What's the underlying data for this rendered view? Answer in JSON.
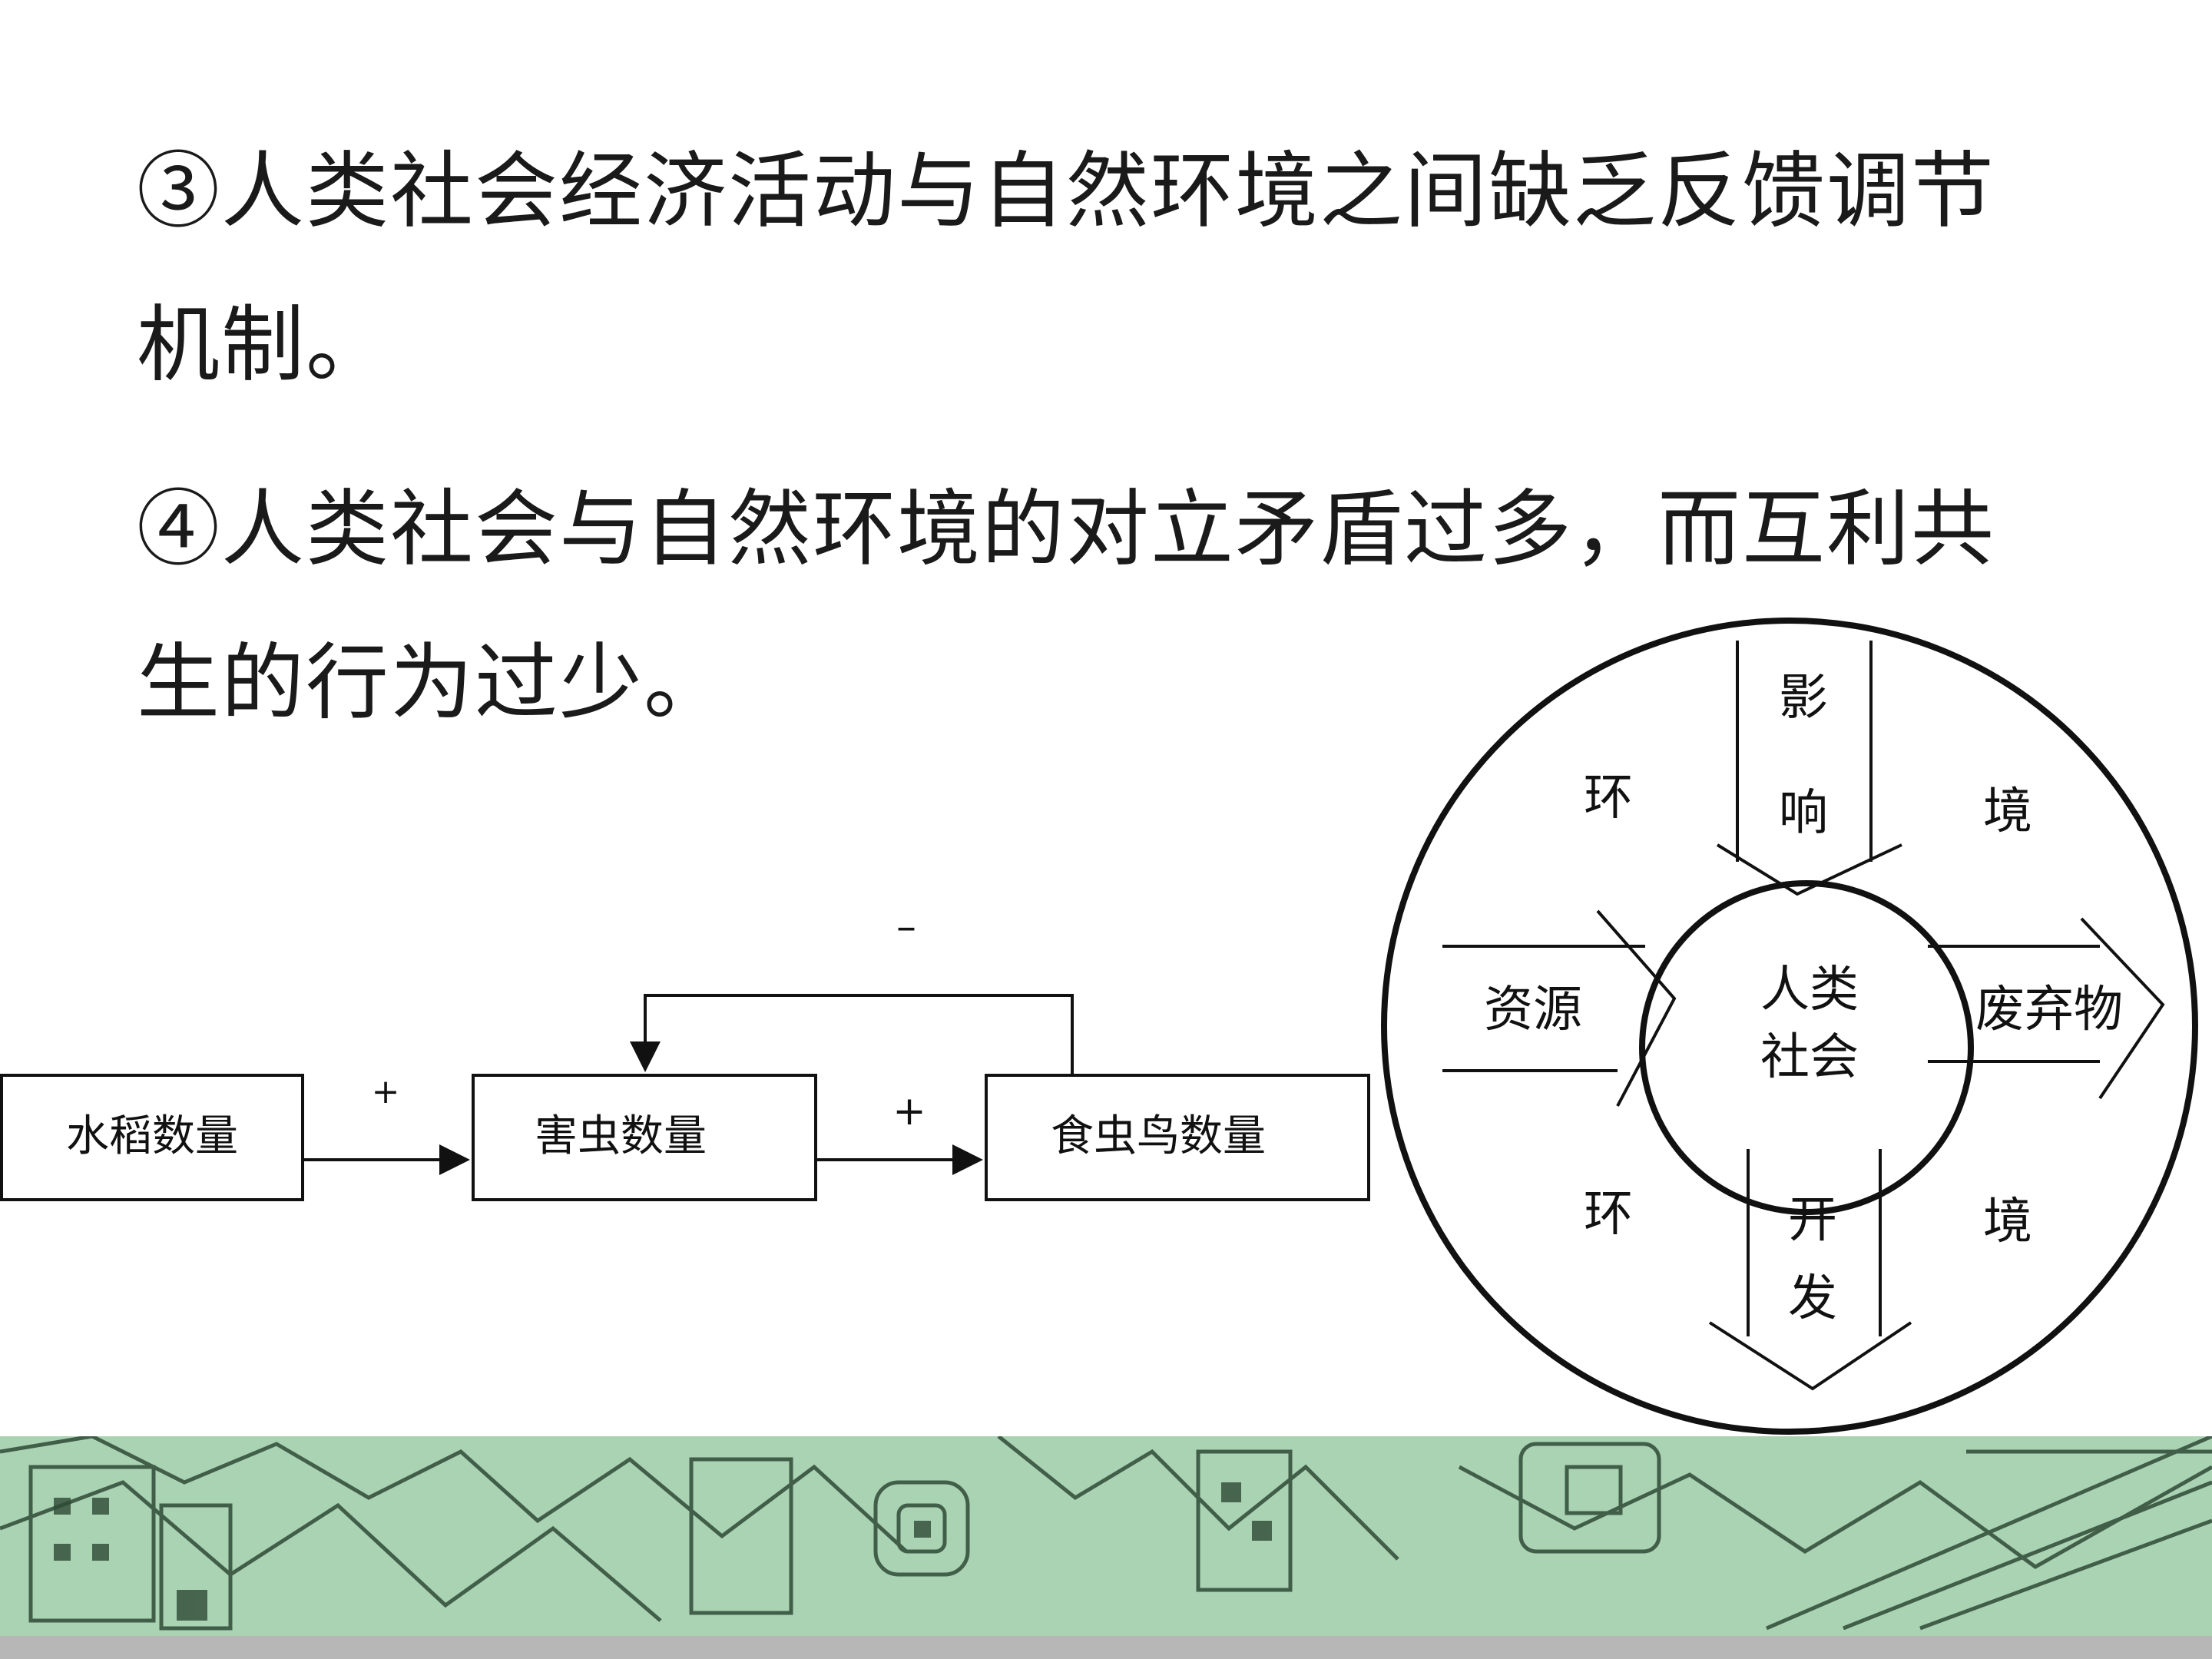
{
  "text": {
    "p1_line1": "③人类社会经济活动与自然环境之间缺乏反馈调节",
    "p1_line2": "机制。",
    "p2_line1": "④人类社会与自然环境的对立矛盾过多，而互利共",
    "p2_line2": "生的行为过少。"
  },
  "feedback_diagram": {
    "boxes": [
      "水稻数量",
      "害虫数量",
      "食虫鸟数量"
    ],
    "sign_rice_to_pest": "+",
    "sign_pest_to_bird": "+",
    "sign_feedback": "–"
  },
  "circle_diagram": {
    "center_line1": "人类",
    "center_line2": "社会",
    "env_top_left": "环",
    "env_top_right": "境",
    "env_bottom_left": "环",
    "env_bottom_right": "境",
    "top_arrow_char1": "影",
    "top_arrow_char2": "响",
    "left_arrow": "资源",
    "right_arrow": "废弃物",
    "bottom_arrow_char1": "开",
    "bottom_arrow_char2": "发"
  },
  "colors": {
    "band_green": "#a9d3b3",
    "band_line": "#2f4a36",
    "bottom_bar": "#b7b7b7"
  }
}
